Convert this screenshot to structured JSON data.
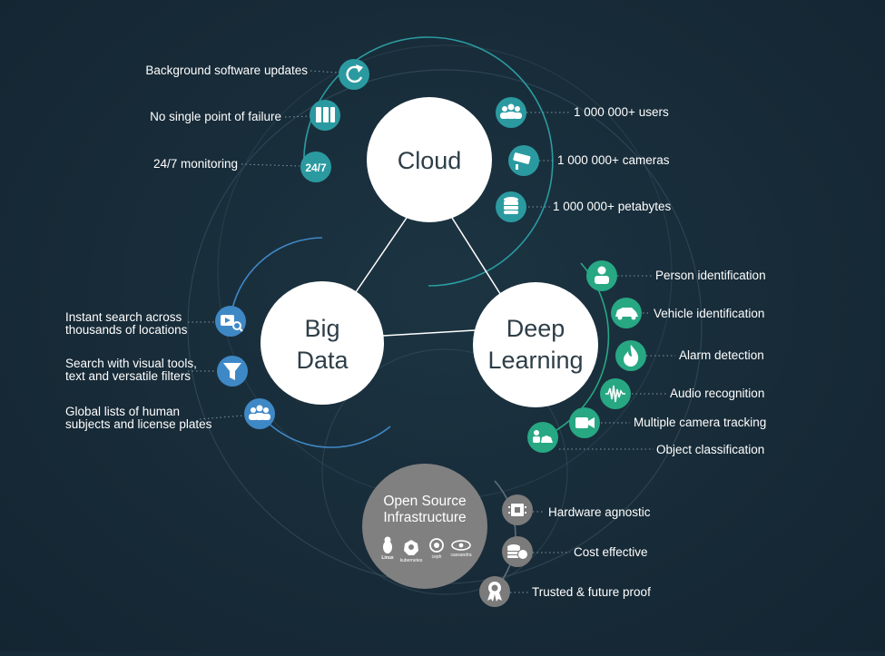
{
  "hubs": {
    "cloud": {
      "label": "Cloud"
    },
    "big_data": {
      "line1": "Big",
      "line2": "Data"
    },
    "deep_learning": {
      "line1": "Deep",
      "line2": "Learning"
    },
    "open_source": {
      "line1": "Open Source",
      "line2": "Infrastructure"
    }
  },
  "cloud_features": [
    {
      "label": "Background software updates",
      "icon": "refresh-icon"
    },
    {
      "label": "No single point of failure",
      "icon": "servers-icon"
    },
    {
      "label": "24/7 monitoring",
      "icon": "clock-247-icon",
      "badge": "24/7"
    },
    {
      "label": "1 000 000+ users",
      "icon": "users-icon"
    },
    {
      "label": "1 000 000+ cameras",
      "icon": "camera-icon"
    },
    {
      "label": "1 000 000+ petabytes",
      "icon": "database-icon"
    }
  ],
  "big_data_features": [
    {
      "line1": "Instant search across",
      "line2": "thousands of locations",
      "icon": "video-search-icon"
    },
    {
      "line1": "Search with visual tools,",
      "line2": "text and versatile filters",
      "icon": "filter-icon"
    },
    {
      "line1": "Global lists of human",
      "line2": "subjects and license plates",
      "icon": "users-icon"
    }
  ],
  "deep_learning_features": [
    {
      "label": "Person identification",
      "icon": "person-icon"
    },
    {
      "label": "Vehicle identification",
      "icon": "car-icon"
    },
    {
      "label": "Alarm detection",
      "icon": "flame-icon"
    },
    {
      "label": "Audio recognition",
      "icon": "waveform-icon"
    },
    {
      "label": "Multiple camera tracking",
      "icon": "video-camera-icon"
    },
    {
      "label": "Object classification",
      "icon": "person-car-icon"
    }
  ],
  "infrastructure_features": [
    {
      "label": "Hardware agnostic",
      "icon": "chip-icon"
    },
    {
      "label": "Cost effective",
      "icon": "coins-icon"
    },
    {
      "label": "Trusted & future proof",
      "icon": "award-icon"
    }
  ],
  "logos": [
    {
      "label": "Linux",
      "icon": "linux-tux-icon"
    },
    {
      "label": "kubernetes",
      "icon": "kubernetes-icon"
    },
    {
      "label": "ceph",
      "icon": "ceph-icon"
    },
    {
      "label": "cassandra",
      "icon": "cassandra-icon"
    }
  ],
  "colors": {
    "background": "#172a37",
    "cloud": "#2b9aa0",
    "big_data": "#3f88c6",
    "deep_learning": "#27a883",
    "infrastructure": "#7b7b7b",
    "hub": "#ffffff"
  }
}
